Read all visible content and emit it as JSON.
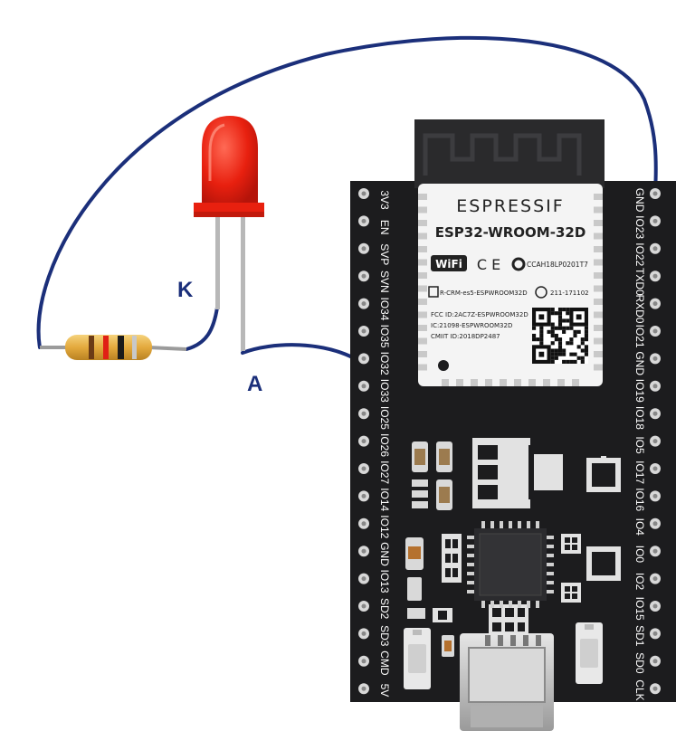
{
  "labels": {
    "cathode": "K",
    "anode": "A"
  },
  "module": {
    "brand": "ESPRESSIF",
    "model": "ESP32-WROOM-32D",
    "wifi": "WiFi",
    "ce": "C E",
    "ccah": "CCAH18LP0201T7",
    "rcrm": "R-CRM-es5-ESPWROOM32D",
    "cert": "211-171102",
    "fcc": "FCC ID:2AC7Z-ESPWROOM32D",
    "ic": "IC:21098-ESPWROOM32D",
    "cmiit": "CMIIT ID:2018DP2487"
  },
  "pins_left": [
    "3V3",
    "EN",
    "SVP",
    "SVN",
    "IO34",
    "IO35",
    "IO32",
    "IO33",
    "IO25",
    "IO26",
    "IO27",
    "IO14",
    "IO12",
    "GND",
    "IO13",
    "SD2",
    "SD3",
    "CMD",
    "5V"
  ],
  "pins_right": [
    "GND",
    "IO23",
    "IO22",
    "TXD0",
    "RXD0",
    "IO21",
    "GND",
    "IO19",
    "IO18",
    "IO5",
    "IO17",
    "IO16",
    "IO4",
    "IO0",
    "IO2",
    "IO15",
    "SD1",
    "SD0",
    "CLK"
  ],
  "colors": {
    "wire": "#1b2f7a",
    "led": "#e8200f",
    "board": "#1c1c1e",
    "module": "#f4f4f4",
    "antenna": "#2a2a2c",
    "resistor_body": "#e7b24a"
  }
}
